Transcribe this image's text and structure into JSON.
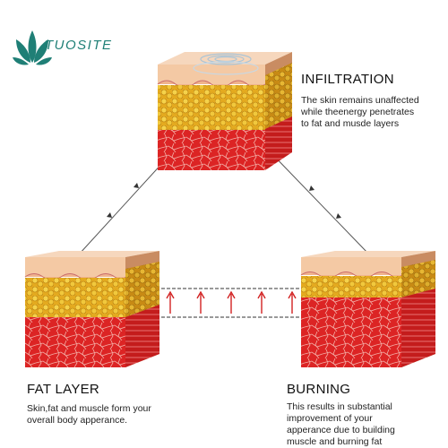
{
  "brand": {
    "name": "TUOSITE",
    "color": "#1f7f76"
  },
  "sections": {
    "infiltration": {
      "title": "INFILTRATION",
      "lines": [
        "The skin remains unaffected",
        "while theenergy penetrates",
        "to fat and musde layers"
      ]
    },
    "fat_layer": {
      "title": "FAT LAYER",
      "lines": [
        "Skin,fat and muscle form your",
        "overall body apperance."
      ]
    },
    "burning": {
      "title": "BURNING",
      "lines": [
        "This results in substantial",
        "improvement of your",
        "apperance due to building",
        "muscle and burning fat"
      ]
    }
  },
  "colors": {
    "skin": "#f4c9a4",
    "fat": "#e9b52a",
    "muscle": "#d92424",
    "arrow": "#d22222",
    "line": "#555555"
  }
}
